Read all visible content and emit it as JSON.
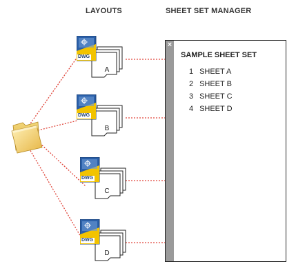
{
  "headers": {
    "layouts": "LAYOUTS",
    "sheet_set_manager": "SHEET SET MANAGER"
  },
  "icon_label": "DWG",
  "layouts": [
    {
      "letter": "A"
    },
    {
      "letter": "B"
    },
    {
      "letter": "C"
    },
    {
      "letter": "D"
    }
  ],
  "ssm": {
    "close_symbol": "×",
    "set_title": "SAMPLE SHEET SET",
    "sheets": [
      {
        "num": "1",
        "name": "SHEET A"
      },
      {
        "num": "2",
        "name": "SHEET B"
      },
      {
        "num": "3",
        "name": "SHEET C"
      },
      {
        "num": "4",
        "name": "SHEET D"
      }
    ]
  },
  "colors": {
    "connector": "#e0453a",
    "panel_bar": "#9a9a9a",
    "dwg_blue": "#2a5fa8",
    "dwg_yellow": "#f2c300"
  },
  "icons": {
    "folder": "folder-icon",
    "drawing_file": "dwg-file-icon",
    "sheet_stack": "sheet-layout-icon"
  }
}
